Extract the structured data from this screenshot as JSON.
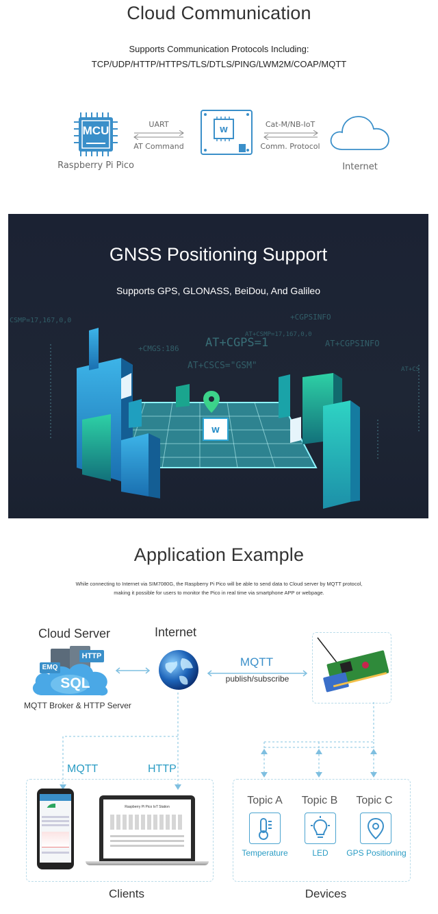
{
  "cloud": {
    "title": "Cloud Communication",
    "sub1": "Supports Communication Protocols Including:",
    "sub2": "TCP/UDP/HTTP/HTTPS/TLS/DTLS/PING/LWM2M/COAP/MQTT",
    "mcu_label": "MCU",
    "pico_label": "Raspberry Pi Pico",
    "uart": "UART",
    "at_command": "AT Command",
    "catm": "Cat-M/NB-IoT",
    "comm_protocol": "Comm. Protocol",
    "internet": "Internet"
  },
  "gnss": {
    "title": "GNSS Positioning Support",
    "sub": "Supports GPS, GLONASS, BeiDou, And Galileo",
    "codes": [
      "CSMP=17,167,0,0",
      "+CGPSINFO",
      "AT+CSMP=17,167,0,0",
      "AT+CGPS=1",
      "+CMGS:186",
      "AT+CGPSINFO",
      "AT+CSCS=\"GSM\"",
      "AT+CS"
    ]
  },
  "app": {
    "title": "Application Example",
    "desc1": "While connecting to Internet via SIM7080G, the Raspberry Pi Pico will be able to send data to Cloud server by MQTT protocol,",
    "desc2": "making it possible for users to monitor the Pico in real time via smartphone APP or webpage.",
    "cloud_server": "Cloud Server",
    "emq": "EMQ",
    "http_badge": "HTTP",
    "sql": "SQL",
    "broker": "MQTT Broker & HTTP Server",
    "internet": "Internet",
    "mqtt": "MQTT",
    "pubsub": "publish/subscribe",
    "mqtt_client": "MQTT",
    "http_client": "HTTP",
    "laptop_title": "Raspberry Pi Pico IoT Station",
    "clients": "Clients",
    "devices": "Devices",
    "topics": [
      {
        "name": "Topic A",
        "label": "Temperature",
        "icon": "thermometer-icon"
      },
      {
        "name": "Topic B",
        "label": "LED",
        "icon": "lightbulb-icon"
      },
      {
        "name": "Topic C",
        "label": "GPS Positioning",
        "icon": "location-pin-icon"
      }
    ]
  },
  "colors": {
    "accent": "#3a8fc9",
    "teal": "#2a9cc4",
    "dark_panel": "#1d2434"
  }
}
